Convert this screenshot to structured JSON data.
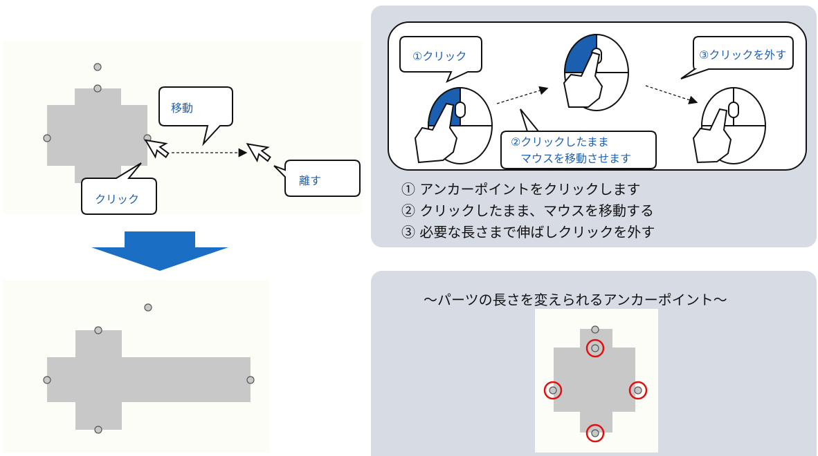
{
  "top_example": {
    "callout_move": "移動",
    "callout_click": "クリック",
    "callout_release": "離す"
  },
  "mouse_guide": {
    "callout_1": "①クリック",
    "callout_2_line1": "②クリックしたまま",
    "callout_2_line2": "マウスを移動させます",
    "callout_3": "③クリックを外す"
  },
  "steps": [
    "① アンカーポイントをクリックします",
    "② クリックしたまま、マウスを移動する",
    "③ 必要な長さまで伸ばしクリックを外す"
  ],
  "anchor_panel": {
    "title": "～パーツの長さを変えられるアンカーポイント～"
  },
  "colors": {
    "accent_blue": "#1f5fb0",
    "arrow_blue": "#1a6fc4",
    "shape_gray": "#c8c8c8",
    "panel_gray": "#d6dbe4",
    "highlight_red": "#e01010"
  }
}
